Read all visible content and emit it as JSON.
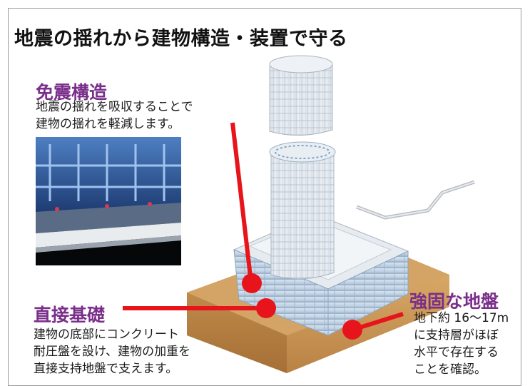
{
  "title": "地震の揺れから建物構造・装置で守る",
  "sections": {
    "seismic_isolation": {
      "heading": "免震構造",
      "lines": [
        "地震の揺れを吸収することで",
        "建物の揺れを軽減します。"
      ]
    },
    "direct_foundation": {
      "heading": "直接基礎",
      "lines": [
        "建物の底部にコンクリート",
        "耐圧盤を設け、建物の加重を",
        "直接支持地盤で支えます。"
      ]
    },
    "solid_ground": {
      "heading": "強固な地盤",
      "lines": [
        "地下約 16〜17m",
        "に支持層がほぼ",
        "水平で存在する",
        "ことを確認。"
      ]
    }
  },
  "colors": {
    "heading": "#7a2f8a",
    "pointer": "#e8141b",
    "soil_top": "#c99a5a",
    "soil_side": "#b07a3c"
  },
  "icons": [
    "pointer-marker"
  ]
}
